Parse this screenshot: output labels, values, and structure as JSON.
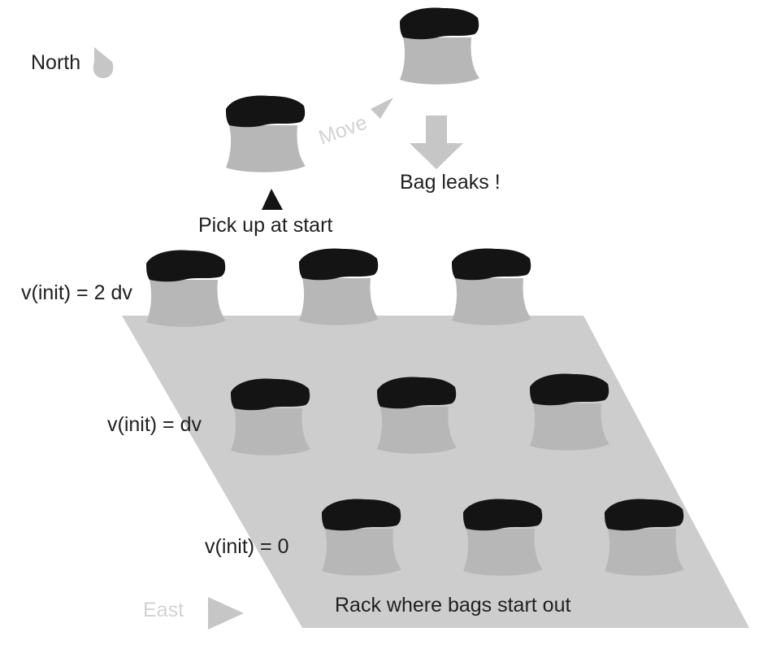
{
  "labels": {
    "north": "North",
    "east": "East",
    "move": "Move",
    "bag_leaks": "Bag leaks !",
    "pick_up": "Pick up at start",
    "rack": "Rack where bags start out"
  },
  "rows": [
    {
      "label": "v(init) = 2 dv"
    },
    {
      "label": "v(init) = dv"
    },
    {
      "label": "v(init) = 0"
    }
  ],
  "colors": {
    "rack": "#cdcdcd",
    "bag_body": "#b7b7b7",
    "bag_top": "#141414",
    "arrow_light": "#c6c6c6",
    "arrow_dark": "#141414"
  }
}
